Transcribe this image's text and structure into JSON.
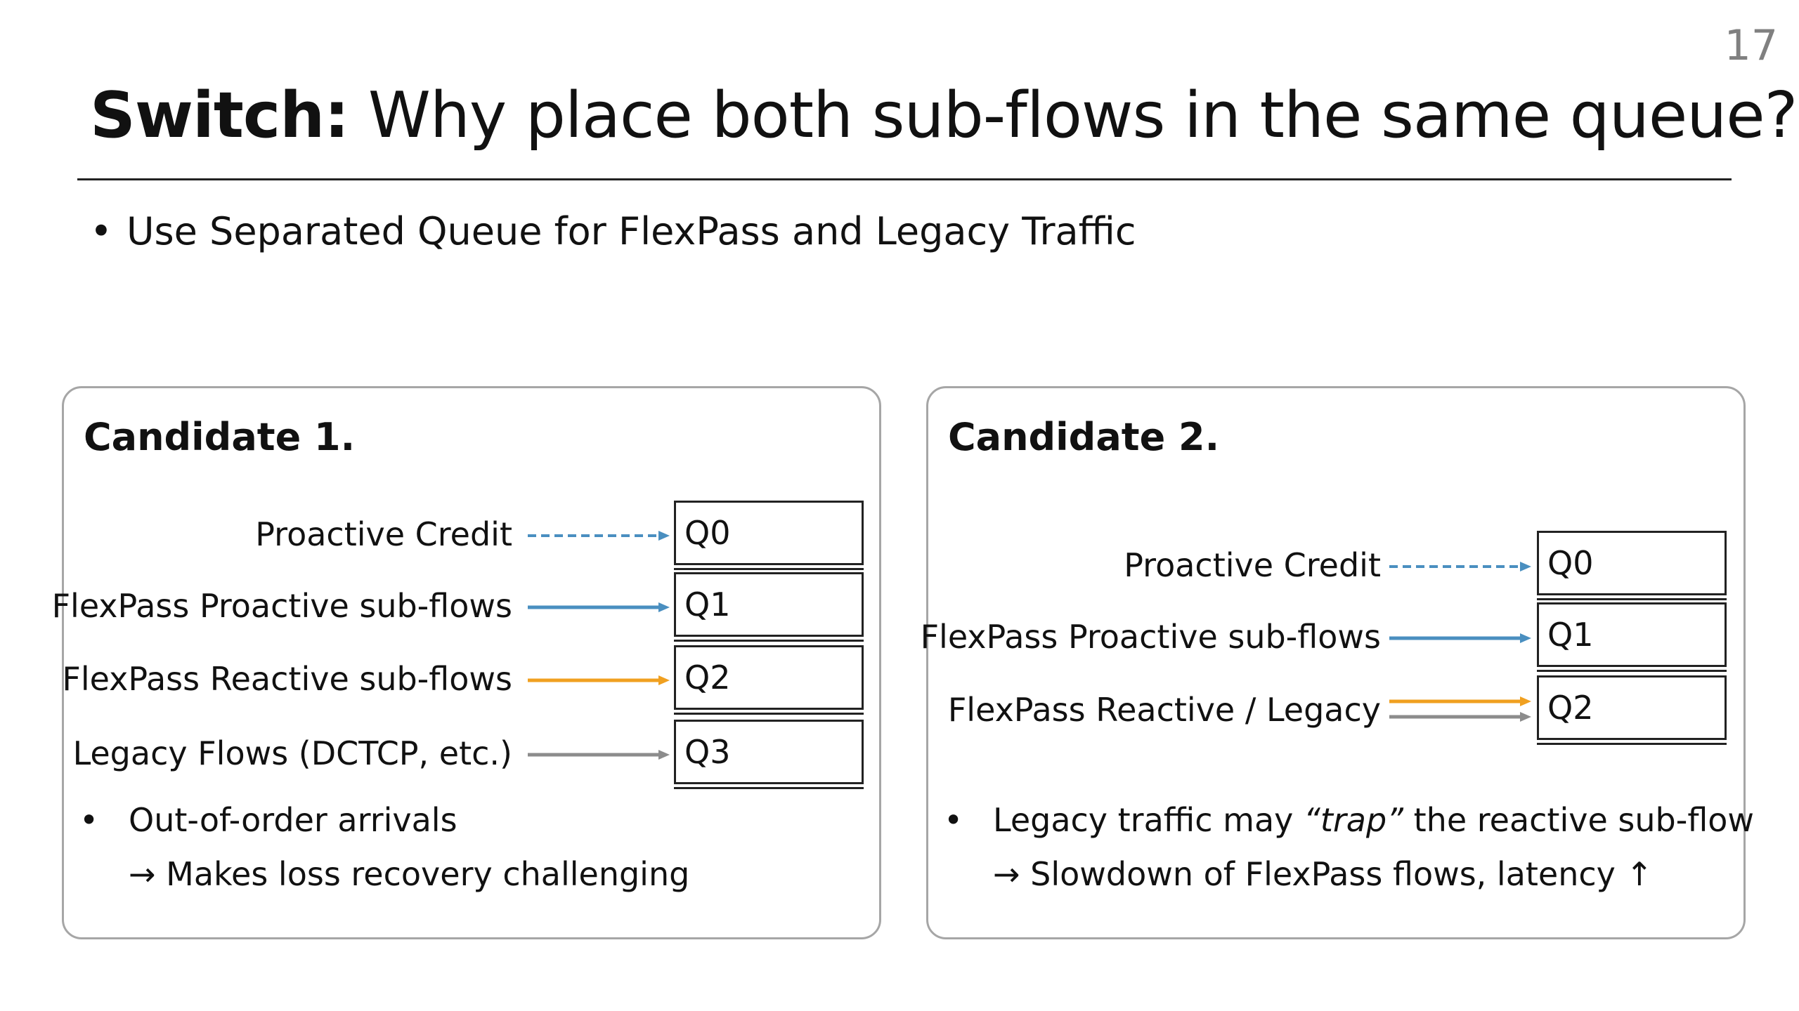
{
  "slide": {
    "page_number": "17",
    "title_bold": "Switch:",
    "title_rest": " Why place both sub-flows in the same queue?",
    "bullet": "Use Separated Queue for FlexPass and Legacy Traffic",
    "bullet_marker": "•"
  },
  "candidate1": {
    "title": "Candidate 1.",
    "rows": [
      {
        "label": "Proactive Credit",
        "queue": "Q0",
        "arrow_style": "dashed",
        "color": "#4a8fc0"
      },
      {
        "label": "FlexPass Proactive sub-flows",
        "queue": "Q1",
        "arrow_style": "solid",
        "color": "#4a8fc0"
      },
      {
        "label": "FlexPass Reactive sub-flows",
        "queue": "Q2",
        "arrow_style": "solid",
        "color": "#f0a020"
      },
      {
        "label": "Legacy Flows (DCTCP, etc.)",
        "queue": "Q3",
        "arrow_style": "solid",
        "color": "#8c8c8c"
      }
    ],
    "note_line1": "Out-of-order arrivals",
    "note_line2": "→ Makes loss recovery challenging"
  },
  "candidate2": {
    "title": "Candidate 2.",
    "rows": [
      {
        "label": "Proactive Credit",
        "queue": "Q0",
        "arrow_style": "dashed",
        "color": "#4a8fc0"
      },
      {
        "label": "FlexPass Proactive sub-flows",
        "queue": "Q1",
        "arrow_style": "solid",
        "color": "#4a8fc0"
      },
      {
        "label": "FlexPass Reactive / Legacy",
        "queue": "Q2",
        "arrow_style": "double",
        "color": "#f0a020",
        "color2": "#8c8c8c"
      }
    ],
    "note_pre": "Legacy traffic may ",
    "note_em": "“trap”",
    "note_post": " the reactive sub-flow",
    "note_line2": "→ Slowdown of FlexPass flows, latency ↑"
  }
}
